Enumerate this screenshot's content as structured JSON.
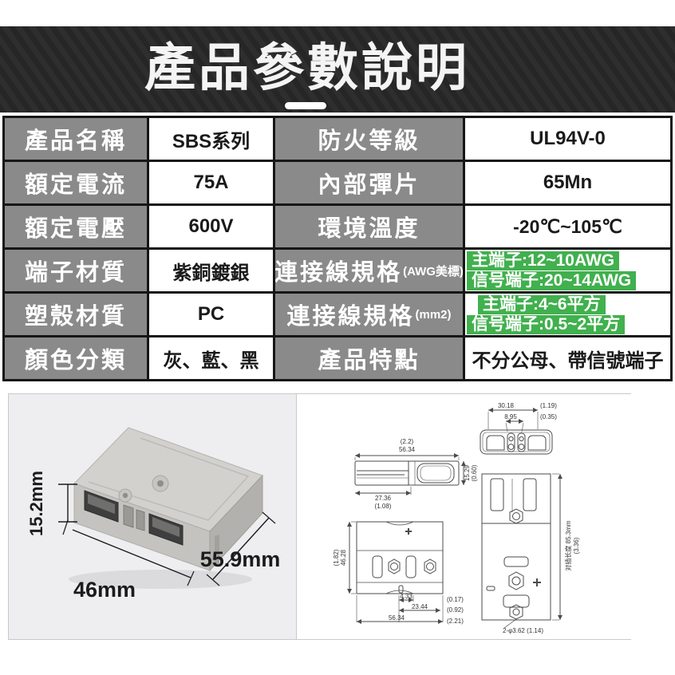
{
  "header": {
    "title": "產品參數說明"
  },
  "colors": {
    "header_bg": "#262626",
    "label_gray": "#8a8a8a",
    "table_border": "#161616",
    "highlight_green": "#41b04e",
    "panel_border": "#c9c9cd",
    "photo_bg": "#eeeef1"
  },
  "table": {
    "rows": [
      {
        "label1": "產品名稱",
        "value1": "SBS系列",
        "label2": "防火等級",
        "value2": "UL94V-0"
      },
      {
        "label1": "額定電流",
        "value1": "75A",
        "label2": "內部彈片",
        "value2": "65Mn"
      },
      {
        "label1": "額定電壓",
        "value1": "600V",
        "label2": "環境溫度",
        "value2": "-20℃~105℃"
      },
      {
        "label1": "端子材質",
        "value1": "紫銅鍍銀",
        "label2": "連接線規格",
        "label2_suffix": "(AWG美標)",
        "value2_lines": [
          "主端子:12~10AWG",
          "信号端子:20~14AWG"
        ]
      },
      {
        "label1": "塑殼材質",
        "value1": "PC",
        "label2": "連接線規格",
        "label2_suffix": "(mm2)",
        "value2_lines": [
          "主端子:4~6平方",
          "信号端子:0.5~2平方"
        ]
      },
      {
        "label1": "顏色分類",
        "value1": "灰、藍、黑",
        "label2": "產品特點",
        "value2": "不分公母、帶信號端子"
      }
    ]
  },
  "photo": {
    "height_label": "15.2mm",
    "width_label": "46mm",
    "depth_label": "55.9mm"
  },
  "drawings": {
    "front": {
      "w": "30.18",
      "w_in": "(1.19)",
      "pitch": "8.95",
      "pitch_in": "(0.35)"
    },
    "side": {
      "len_in": "(2.2)",
      "len": "56.34",
      "h": "15.29",
      "h_in": "(0.60)",
      "wire": "27.36",
      "wire_in": "(1.08)"
    },
    "top": {
      "h_in": "(1.82)",
      "h": "46.28",
      "d1": "4.33",
      "d1_in": "(0.17)",
      "d2": "23.44",
      "d2_in": "(0.92)",
      "d3": "56.34",
      "d3_in": "(2.21)"
    },
    "mated": {
      "len": "对插长度 85.3mm",
      "len_in": "(3.36)",
      "holes": "2-φ3.62 (1.14)"
    }
  }
}
